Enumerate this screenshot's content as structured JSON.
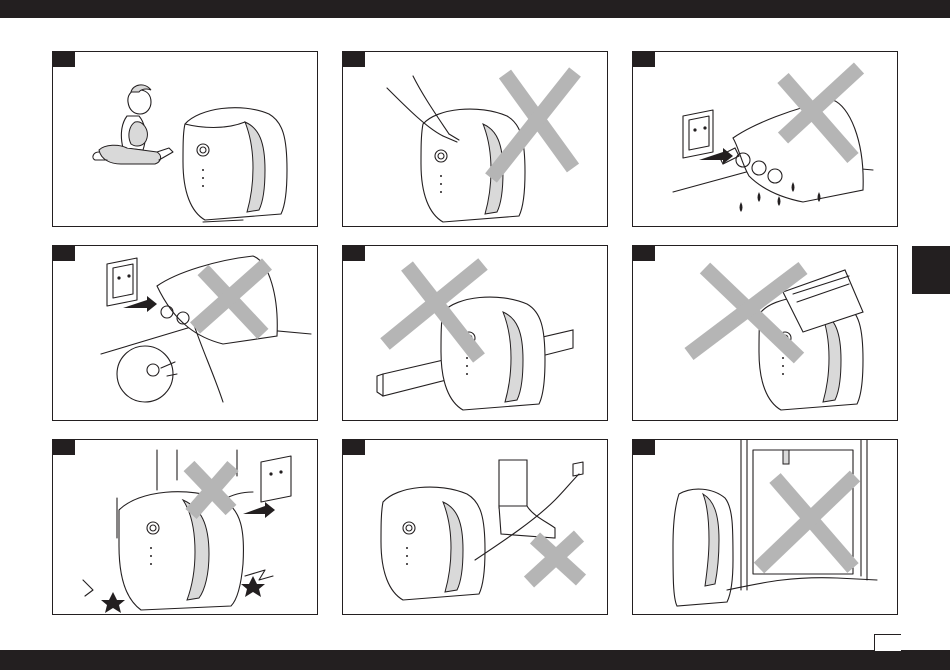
{
  "page_number": "",
  "panels": [
    {
      "label": "",
      "scene": "child-beside-heater",
      "prohibited": false
    },
    {
      "label": "",
      "scene": "pliers-on-housing",
      "prohibited": true
    },
    {
      "label": "",
      "scene": "wet-hands-plug",
      "prohibited": true
    },
    {
      "label": "",
      "scene": "plug-with-damaged-cord",
      "prohibited": true
    },
    {
      "label": "",
      "scene": "heater-on-shelf-edge",
      "prohibited": true
    },
    {
      "label": "",
      "scene": "covered-heater",
      "prohibited": true
    },
    {
      "label": "",
      "scene": "dropped-heater",
      "prohibited": true
    },
    {
      "label": "",
      "scene": "cord-under-foot",
      "prohibited": true
    },
    {
      "label": "",
      "scene": "heater-in-doorway",
      "prohibited": true
    }
  ],
  "colors": {
    "bar": "#231f20",
    "cross": "#b5b5b5",
    "shade": "#d9d9d9"
  }
}
